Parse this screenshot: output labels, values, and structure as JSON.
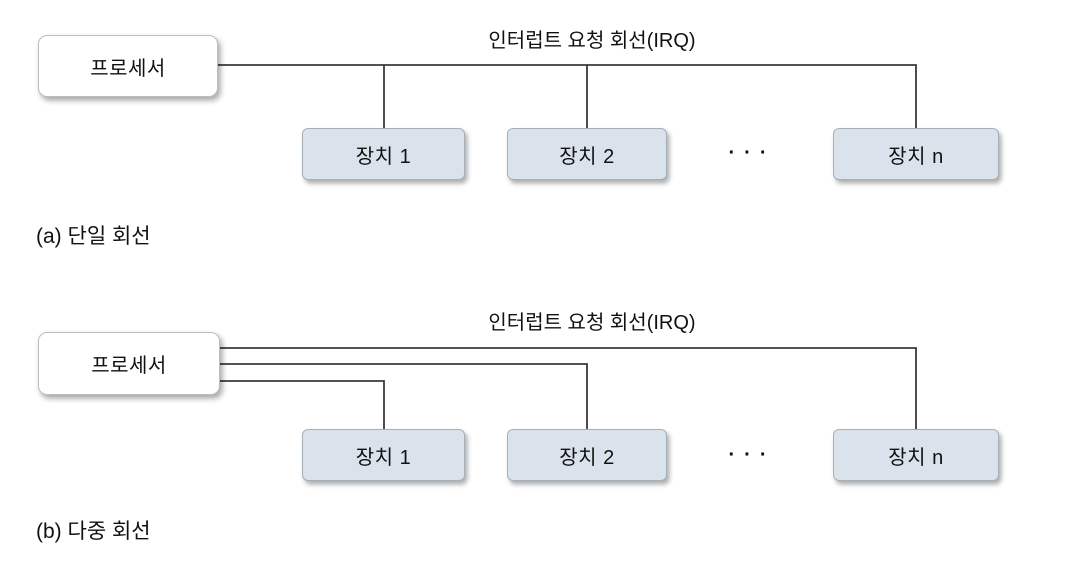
{
  "colors": {
    "line": "#3a3a3a",
    "device_fill": "#dae3ec",
    "device_border": "#a6b0b9",
    "processor_fill": "#ffffff",
    "processor_border": "#bdbdbd",
    "text": "#111111"
  },
  "diagram_a": {
    "irq_label": "인터럽트 요청 회선(IRQ)",
    "processor": "프로세서",
    "devices": [
      "장치 1",
      "장치 2",
      "장치 n"
    ],
    "ellipsis": "···",
    "caption": "(a) 단일 회선"
  },
  "diagram_b": {
    "irq_label": "인터럽트 요청 회선(IRQ)",
    "processor": "프로세서",
    "devices": [
      "장치 1",
      "장치 2",
      "장치 n"
    ],
    "ellipsis": "···",
    "caption": "(b) 다중 회선"
  }
}
